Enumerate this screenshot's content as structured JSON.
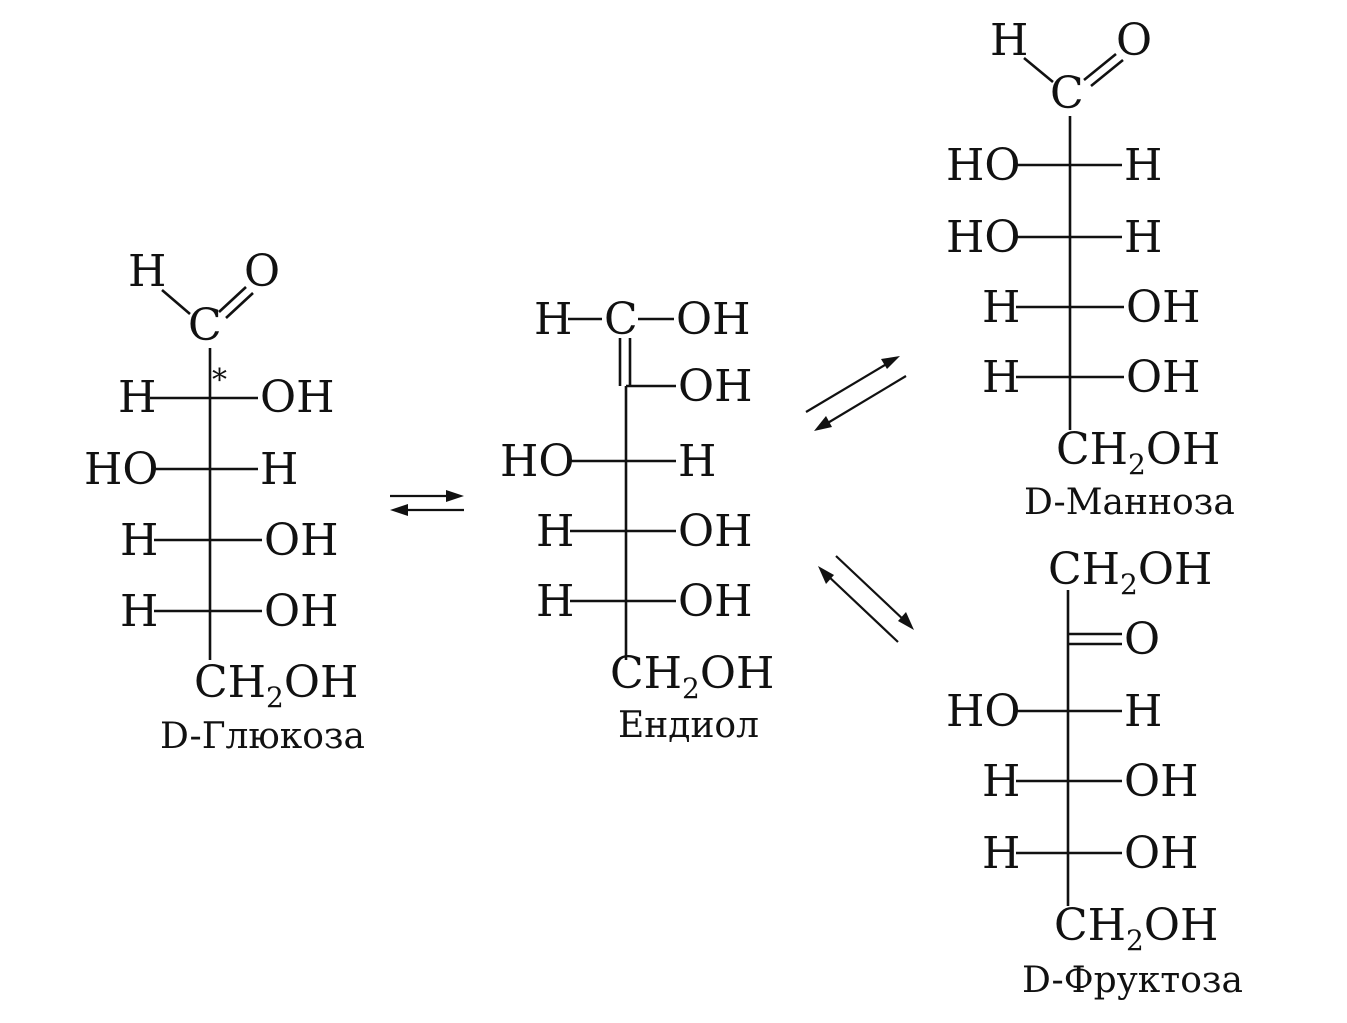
{
  "glucose": {
    "name": "D-Глюкоза",
    "aldehyde_h": "H",
    "aldehyde_c": "C",
    "aldehyde_o": "O",
    "chiral_mark": "*",
    "rows": [
      {
        "left": "H",
        "right": "OH"
      },
      {
        "left": "HO",
        "right": "H"
      },
      {
        "left": "H",
        "right": "OH"
      },
      {
        "left": "H",
        "right": "OH"
      }
    ],
    "bottom": {
      "main": "CH",
      "sub": "2",
      "tail": "OH"
    }
  },
  "enediol": {
    "name": "Ендиол",
    "top": {
      "left": "H",
      "center": "C",
      "right": "OH"
    },
    "c2_right": "OH",
    "rows": [
      {
        "left": "HO",
        "right": "H"
      },
      {
        "left": "H",
        "right": "OH"
      },
      {
        "left": "H",
        "right": "OH"
      }
    ],
    "bottom": {
      "main": "CH",
      "sub": "2",
      "tail": "OH"
    }
  },
  "mannose": {
    "name": "D-Манноза",
    "aldehyde_h": "H",
    "aldehyde_c": "C",
    "aldehyde_o": "O",
    "rows": [
      {
        "left": "HO",
        "right": "H"
      },
      {
        "left": "HO",
        "right": "H"
      },
      {
        "left": "H",
        "right": "OH"
      },
      {
        "left": "H",
        "right": "OH"
      }
    ],
    "bottom": {
      "main": "CH",
      "sub": "2",
      "tail": "OH"
    }
  },
  "fructose": {
    "name": "D-Фруктоза",
    "top": {
      "main": "CH",
      "sub": "2",
      "tail": "OH"
    },
    "keto_o": "O",
    "rows": [
      {
        "left": "HO",
        "right": "H"
      },
      {
        "left": "H",
        "right": "OH"
      },
      {
        "left": "H",
        "right": "OH"
      }
    ],
    "bottom": {
      "main": "CH",
      "sub": "2",
      "tail": "OH"
    }
  }
}
